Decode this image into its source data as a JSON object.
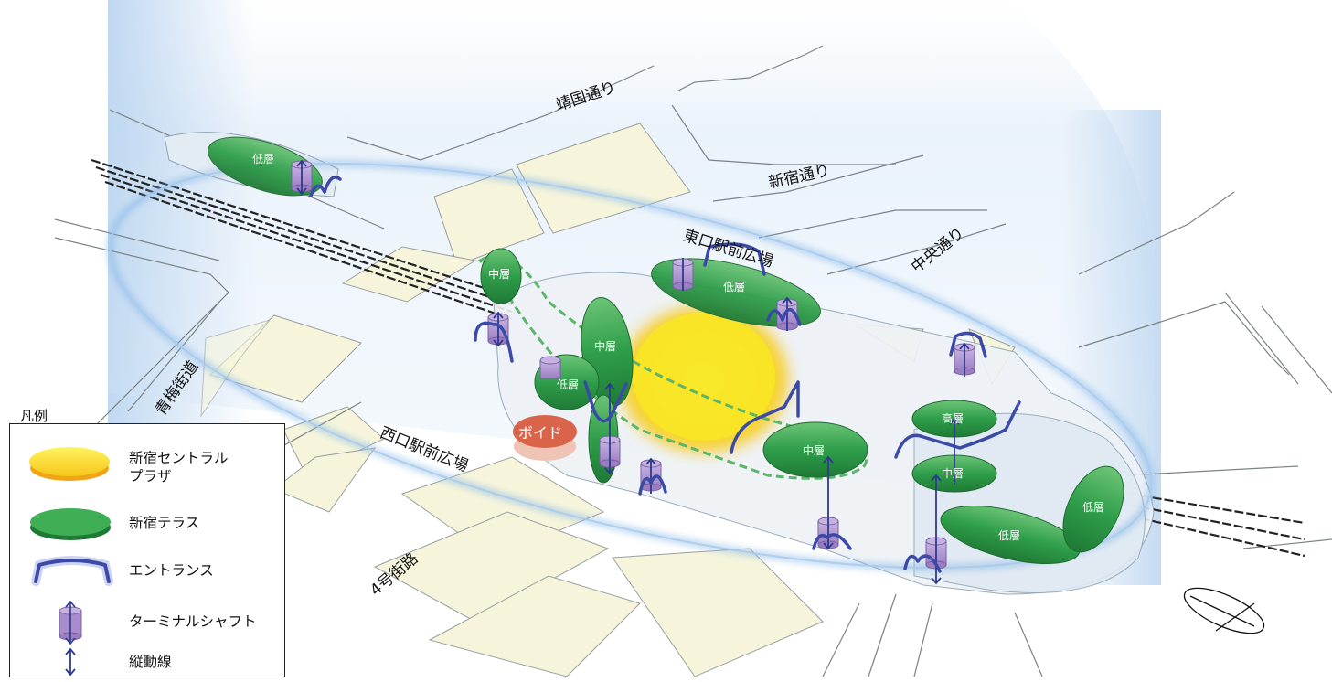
{
  "map": {
    "streets": {
      "yasukuni": "靖国通り",
      "shinjuku": "新宿通り",
      "chuo": "中央通り",
      "ome": "青梅街道",
      "route4": "4号街路"
    },
    "plazas": {
      "east": "東口駅前広場",
      "west": "西口駅前広場"
    },
    "void_label": "ボイド",
    "level_low": "低層",
    "level_mid": "中層",
    "level_high": "高層"
  },
  "legend": {
    "title": "凡例",
    "items": [
      {
        "label": "新宿セントラル\nプラザ",
        "icon": "central-plaza-ellipse"
      },
      {
        "label": "新宿テラス",
        "icon": "terrace-ellipse"
      },
      {
        "label": "エントランス",
        "icon": "entrance-arch"
      },
      {
        "label": "ターミナルシャフト",
        "icon": "terminal-shaft"
      },
      {
        "label": "縦動線",
        "icon": "vertical-arrow"
      }
    ]
  },
  "colors": {
    "plaza_yellow": "#f7e21a",
    "terrace_green": "#2f9e4a",
    "entrance_blue": "#3b4aa8",
    "shaft_purple": "#a98ccb",
    "void_red": "#d9644a",
    "block_beige": "#f6f5dc",
    "halo_blue": "#a9c9ea"
  }
}
